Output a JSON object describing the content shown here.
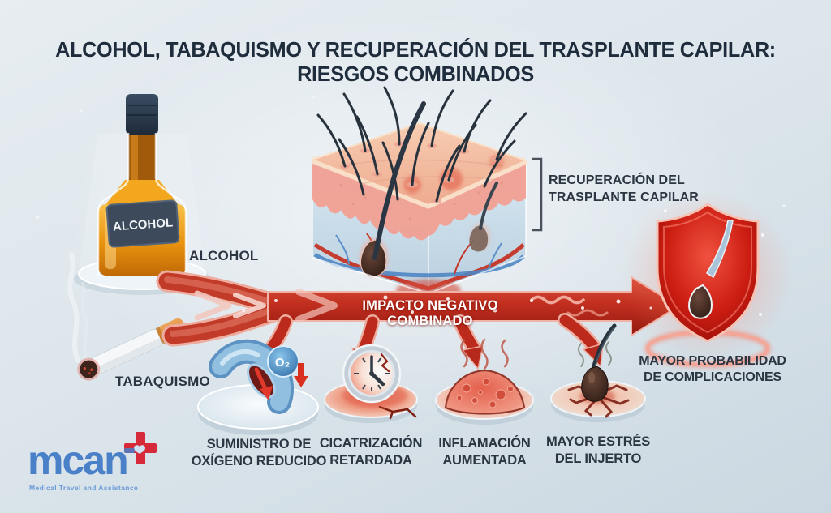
{
  "title": {
    "line1": "ALCOHOL, TABAQUISMO Y RECUPERACIÓN DEL TRASPLANTE CAPILAR:",
    "line2": "RIESGOS COMBINADOS"
  },
  "sources": {
    "alcohol": {
      "caption": "ALCOHOL",
      "bottle_label": "ALCOHOL"
    },
    "tobacco": {
      "caption": "TABAQUISMO"
    }
  },
  "center": {
    "recovery_line1": "RECUPERACIÓN DEL",
    "recovery_line2": "TRASPLANTE CAPILAR",
    "impact_label": "IMPACTO NEGATIVO COMBINADO"
  },
  "effects": [
    {
      "icon": "constricted-blood-vessel-icon",
      "badge": "O₂",
      "line1": "SUMINISTRO DE",
      "line2": "OXÍGENO REDUCIDO"
    },
    {
      "icon": "delayed-clock-icon",
      "line1": "CICATRIZACIÓN",
      "line2": "RETARDADA"
    },
    {
      "icon": "inflamed-bump-icon",
      "line1": "INFLAMACIÓN",
      "line2": "AUMENTADA"
    },
    {
      "icon": "stressed-follicle-icon",
      "line1": "MAYOR ESTRÉS",
      "line2": "DEL INJERTO"
    }
  ],
  "outcome": {
    "icon": "red-shield-broken-follicle-icon",
    "line1": "MAYOR PROBABILIDAD",
    "line2": "DE COMPLICACIONES"
  },
  "logo": {
    "wordmark": "mcan",
    "tagline": "Medical Travel and Assistance"
  },
  "colors": {
    "background_top": "#e7edf1",
    "background_bottom": "#cbd8e1",
    "title_text": "#1e2c3c",
    "label_text": "#2b3642",
    "arrow_red": "#c22f1f",
    "arrow_edge": "#f2b4a8",
    "arrow_text": "#ffffff",
    "shield_red": "#cc1d12",
    "vessel_blue": "#5d93c2",
    "amber": "#e8920f",
    "logo_blue": "#4a80c8",
    "logo_red": "#d6293a"
  }
}
